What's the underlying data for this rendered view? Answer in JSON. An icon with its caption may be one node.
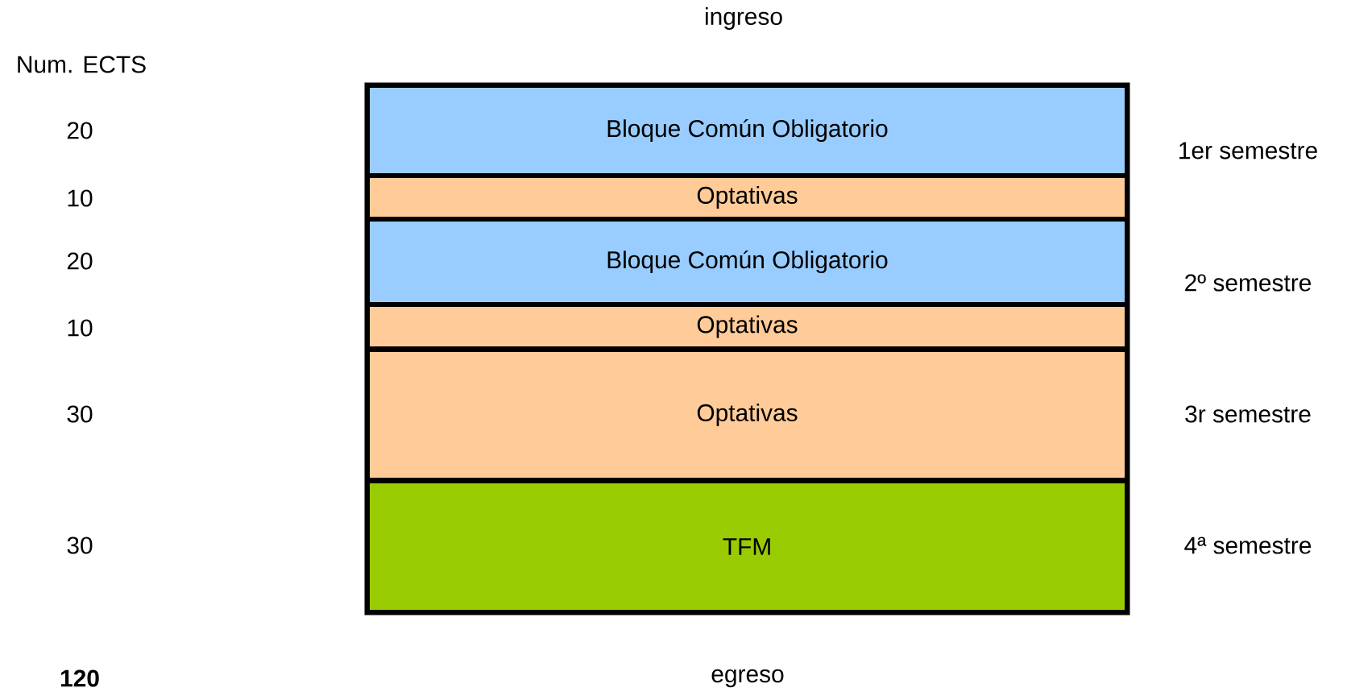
{
  "diagram": {
    "nodes": [
      {
        "text": [
          "Bloque Común Obligatorio"
        ]
      },
      {
        "text": [
          "Optativas"
        ]
      },
      {
        "text": [
          "Bloque Común Obligatorio"
        ]
      },
      {
        "text": [
          "Optativas"
        ]
      },
      {
        "text": [
          "Optativas"
        ]
      },
      {
        "text": [
          "TFM"
        ]
      }
    ],
    "labels": [
      "ingreso",
      "Num. ECTS",
      "20",
      "1er semestre",
      "10",
      "20",
      "2º semestre",
      "10",
      "30",
      "3r semestre",
      "30",
      "4ª semestre",
      "**120**",
      "egreso"
    ]
  }
}
